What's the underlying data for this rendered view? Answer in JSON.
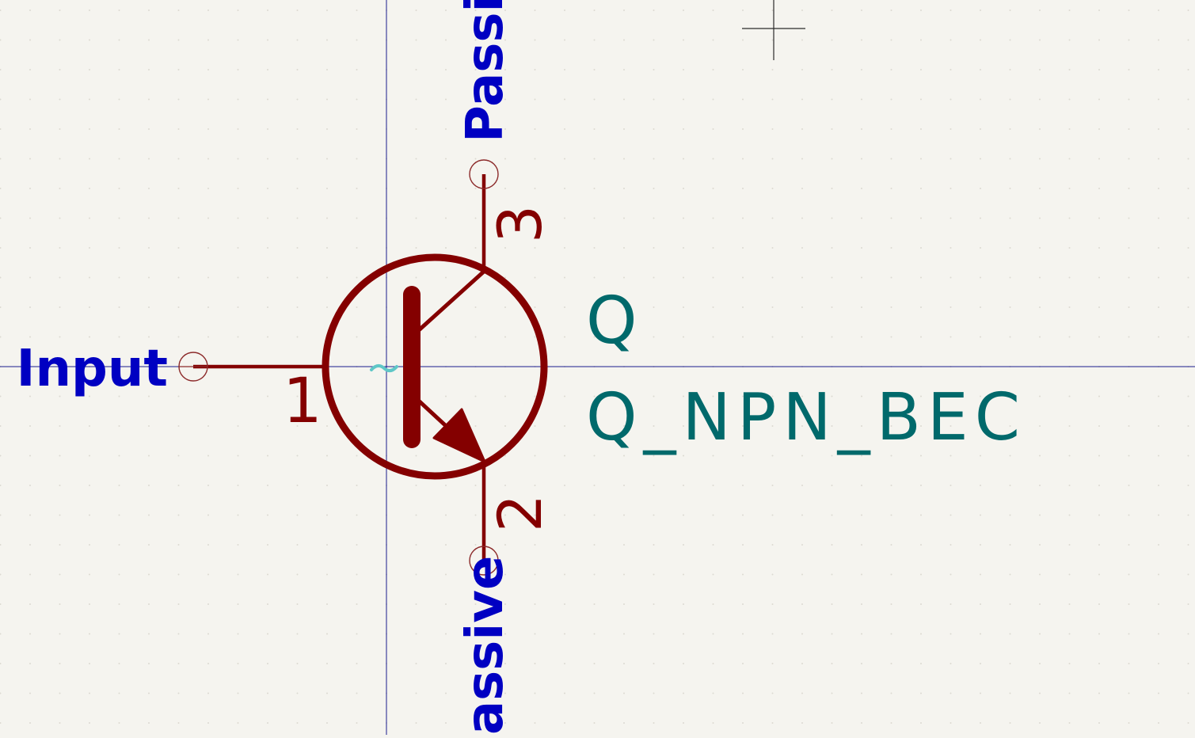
{
  "editor": {
    "view": "symbol-editor-canvas",
    "background_color": "#f5f4ef",
    "grid_dot_color": "#dcdad2",
    "axis_color": "#1b1b8c",
    "cursor_color": "#2a2a2a"
  },
  "symbol": {
    "reference": "Q",
    "value": "Q_NPN_BEC",
    "field_color": "#00696b",
    "body_color": "#840000",
    "pin_name_color": "#0000c2",
    "pin_marker_color": "#8c2a2a",
    "alternate_marker_color": "#5fc7c7",
    "pins": [
      {
        "number": "1",
        "electrical_type": "Input",
        "role": "base",
        "orientation": "left"
      },
      {
        "number": "2",
        "electrical_type": "Passive",
        "role": "emitter",
        "orientation": "down",
        "visible_label": "assive"
      },
      {
        "number": "3",
        "electrical_type": "Passive",
        "role": "collector",
        "orientation": "up",
        "visible_label": "Passi"
      }
    ]
  }
}
